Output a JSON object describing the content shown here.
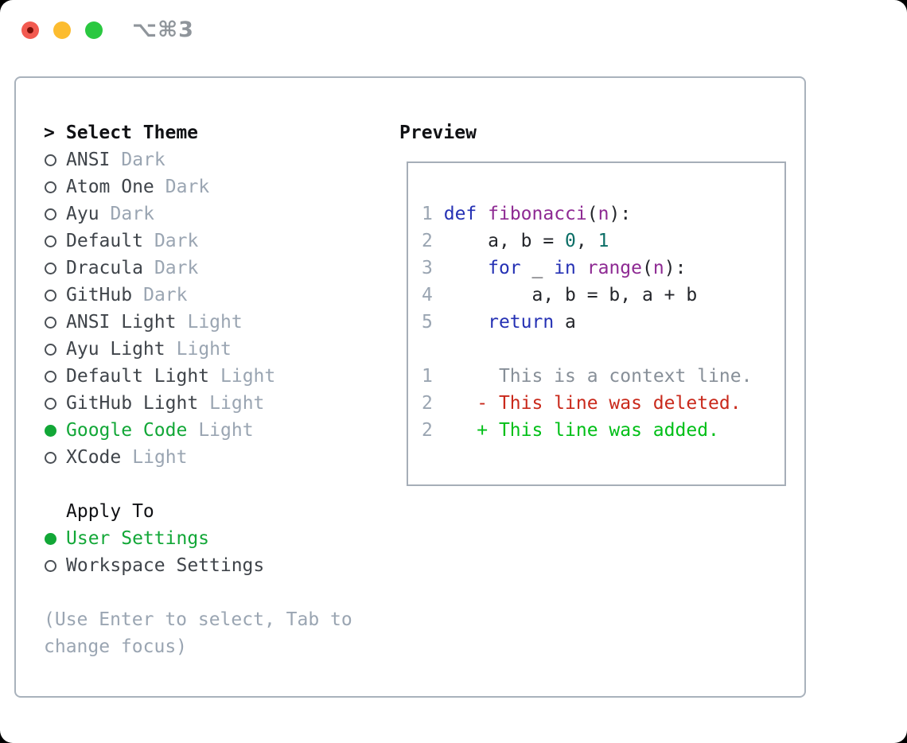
{
  "titlebar": {
    "shortcut": "⌥⌘3"
  },
  "theme_panel": {
    "title_prefix": ">",
    "title": "Select Theme",
    "themes": [
      {
        "name": "ANSI",
        "tag": "Dark",
        "selected": false
      },
      {
        "name": "Atom One",
        "tag": "Dark",
        "selected": false
      },
      {
        "name": "Ayu",
        "tag": "Dark",
        "selected": false
      },
      {
        "name": "Default",
        "tag": "Dark",
        "selected": false
      },
      {
        "name": "Dracula",
        "tag": "Dark",
        "selected": false
      },
      {
        "name": "GitHub",
        "tag": "Dark",
        "selected": false
      },
      {
        "name": "ANSI Light",
        "tag": "Light",
        "selected": false
      },
      {
        "name": "Ayu Light",
        "tag": "Light",
        "selected": false
      },
      {
        "name": "Default Light",
        "tag": "Light",
        "selected": false
      },
      {
        "name": "GitHub Light",
        "tag": "Light",
        "selected": false
      },
      {
        "name": "Google Code",
        "tag": "Light",
        "selected": true
      },
      {
        "name": "XCode",
        "tag": "Light",
        "selected": false
      }
    ],
    "apply_to": {
      "title": "Apply To",
      "options": [
        {
          "name": "User Settings",
          "selected": true
        },
        {
          "name": "Workspace Settings",
          "selected": false
        }
      ]
    },
    "help": [
      "(Use Enter to select, Tab to",
      "change focus)"
    ]
  },
  "preview": {
    "title": "Preview",
    "lines": [
      {
        "segments": [
          [
            "1",
            "num"
          ],
          [
            " ",
            "pln"
          ],
          [
            "def",
            "kw"
          ],
          [
            " ",
            "pln"
          ],
          [
            "fibonacci",
            "fn"
          ],
          [
            "(",
            "pln"
          ],
          [
            "n",
            "fn"
          ],
          [
            "):",
            "pln"
          ]
        ]
      },
      {
        "segments": [
          [
            "2",
            "num"
          ],
          [
            "     a, b = ",
            "pln"
          ],
          [
            "0",
            "lit"
          ],
          [
            ", ",
            "pln"
          ],
          [
            "1",
            "lit"
          ]
        ]
      },
      {
        "segments": [
          [
            "3",
            "num"
          ],
          [
            "     ",
            "pln"
          ],
          [
            "for",
            "kw"
          ],
          [
            " _ ",
            "pln"
          ],
          [
            "in",
            "kw"
          ],
          [
            " ",
            "pln"
          ],
          [
            "range",
            "fn"
          ],
          [
            "(",
            "pln"
          ],
          [
            "n",
            "fn"
          ],
          [
            "):",
            "pln"
          ]
        ]
      },
      {
        "segments": [
          [
            "4",
            "num"
          ],
          [
            "         a, b = b, a + b",
            "pln"
          ]
        ]
      },
      {
        "segments": [
          [
            "5",
            "num"
          ],
          [
            "     ",
            "pln"
          ],
          [
            "return",
            "kw"
          ],
          [
            " a",
            "pln"
          ]
        ]
      },
      {
        "segments": []
      },
      {
        "segments": [
          [
            "1",
            "num"
          ],
          [
            "      ",
            "pln"
          ],
          [
            "This is a context line.",
            "ctx"
          ]
        ]
      },
      {
        "segments": [
          [
            "2",
            "num"
          ],
          [
            "    ",
            "pln"
          ],
          [
            "- This line was deleted.",
            "del"
          ]
        ]
      },
      {
        "segments": [
          [
            "2",
            "num"
          ],
          [
            "    ",
            "pln"
          ],
          [
            "+ This line was added.",
            "add"
          ]
        ]
      }
    ]
  },
  "colors": {
    "accent_green": "#12a737",
    "added_green": "#00bf17",
    "deleted_red": "#c9291b",
    "keyword_blue": "#2531b4",
    "function_purple": "#8e2a93",
    "literal_teal": "#0b6e66",
    "muted_gray": "#9aa5b2",
    "context_gray": "#878f98",
    "text_dark": "#3f444a",
    "border_gray": "#a9b2bc",
    "traffic_red": "#f25a50",
    "traffic_yellow": "#fcbc2f",
    "traffic_green": "#2ac840"
  }
}
